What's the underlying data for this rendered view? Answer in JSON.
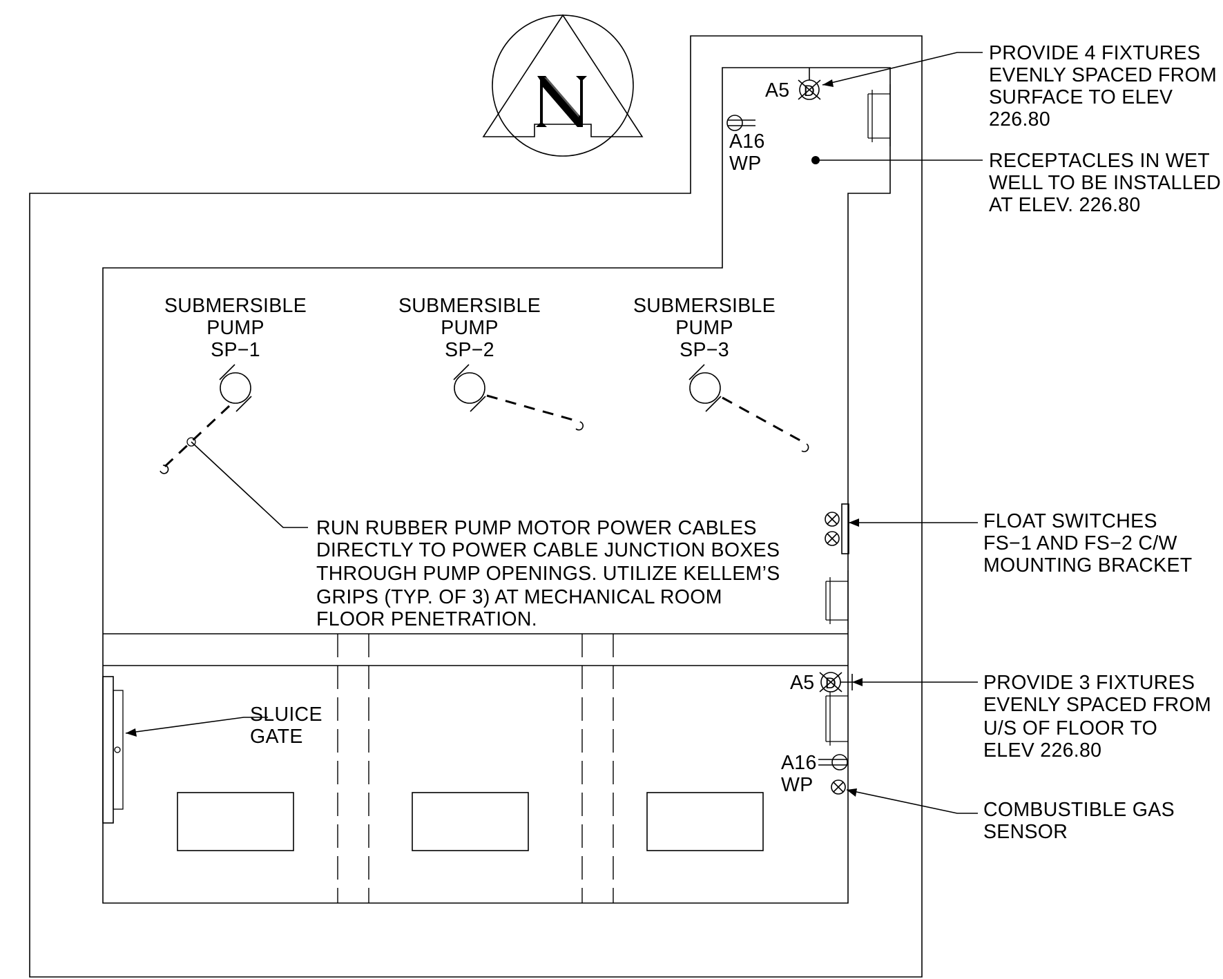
{
  "north_arrow": {
    "letter": "N"
  },
  "pumps": [
    {
      "line1": "SUBMERSIBLE",
      "line2": "PUMP",
      "line3": "SP−1"
    },
    {
      "line1": "SUBMERSIBLE",
      "line2": "PUMP",
      "line3": "SP−2"
    },
    {
      "line1": "SUBMERSIBLE",
      "line2": "PUMP",
      "line3": "SP−3"
    }
  ],
  "fixture_tags": {
    "a5_top": "A5",
    "a16_top": "A16",
    "wp_top": "WP",
    "a5_bottom": "A5",
    "a16_bottom": "A16",
    "wp_bottom": "WP",
    "light_glyph": "D"
  },
  "notes": {
    "provide4": [
      "PROVIDE  4  FIXTURES",
      "EVENLY  SPACED  FROM",
      "SURFACE  TO  ELEV",
      "226.80"
    ],
    "receptacles": [
      "RECEPTACLES  IN  WET",
      "WELL  TO  BE  INSTALLED",
      "AT  ELEV.  226.80"
    ],
    "cables": [
      "RUN  RUBBER  PUMP  MOTOR  POWER  CABLES",
      "DIRECTLY  TO  POWER  CABLE  JUNCTION  BOXES",
      "THROUGH  PUMP  OPENINGS.  UTILIZE  KELLEM’S",
      "GRIPS  (TYP.  OF  3)  AT  MECHANICAL  ROOM",
      "FLOOR  PENETRATION."
    ],
    "float": [
      "FLOAT  SWITCHES",
      "FS−1  AND  FS−2  C/W",
      "MOUNTING  BRACKET"
    ],
    "sluice": [
      "SLUICE",
      "GATE"
    ],
    "provide3": [
      "PROVIDE  3  FIXTURES",
      "EVENLY  SPACED  FROM",
      "U/S  OF  FLOOR  TO",
      "ELEV  226.80"
    ],
    "gas": [
      "COMBUSTIBLE  GAS",
      "SENSOR"
    ]
  }
}
